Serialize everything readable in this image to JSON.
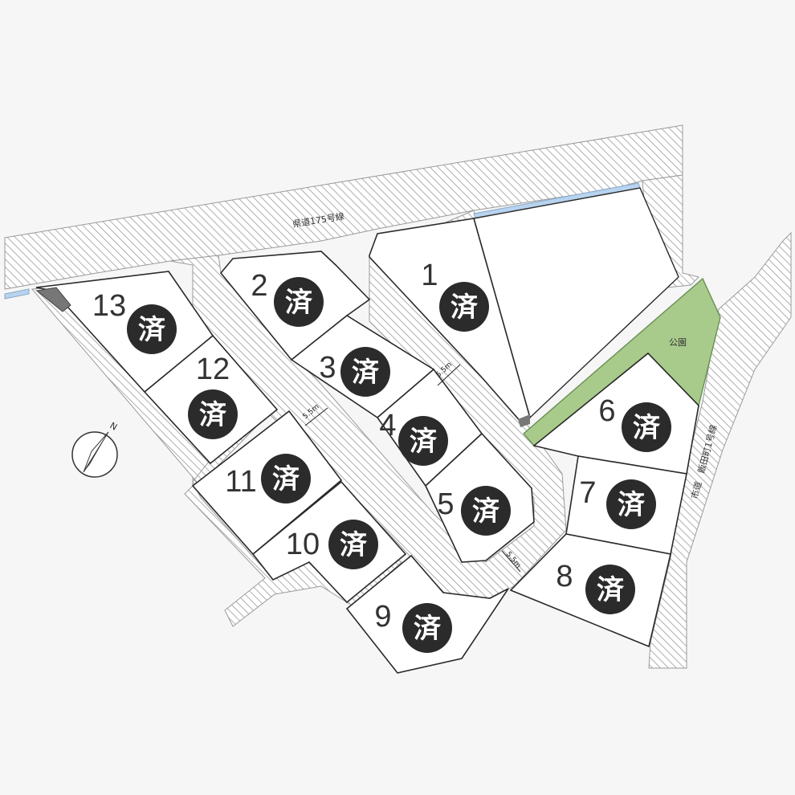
{
  "roads": {
    "prefectural": "県道175号線",
    "city": "市道　飯田町1号線"
  },
  "park": "公園",
  "road_width": "5.5m",
  "compass_letter": "N",
  "lots": [
    {
      "number": "1",
      "status": "済"
    },
    {
      "number": "2",
      "status": "済"
    },
    {
      "number": "3",
      "status": "済"
    },
    {
      "number": "4",
      "status": "済"
    },
    {
      "number": "5",
      "status": "済"
    },
    {
      "number": "6",
      "status": "済"
    },
    {
      "number": "7",
      "status": "済"
    },
    {
      "number": "8",
      "status": "済"
    },
    {
      "number": "9",
      "status": "済"
    },
    {
      "number": "10",
      "status": "済"
    },
    {
      "number": "11",
      "status": "済"
    },
    {
      "number": "12",
      "status": "済"
    },
    {
      "number": "13",
      "status": "済"
    }
  ],
  "colors": {
    "park": "#a8cb8b",
    "water": "#b7d3ef",
    "sold_marker": "#2b2b2b",
    "background": "#f6f6f6"
  }
}
